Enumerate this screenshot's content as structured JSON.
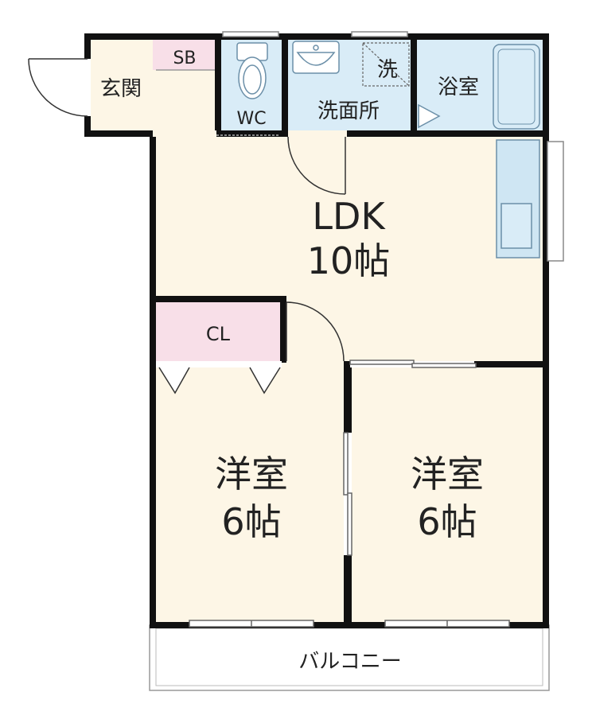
{
  "rooms": {
    "entrance": {
      "label": "玄関"
    },
    "shoe_box": {
      "label": "SB"
    },
    "toilet": {
      "label": "WC"
    },
    "washroom": {
      "label": "洗面所"
    },
    "washer": {
      "label": "洗"
    },
    "bathroom": {
      "label": "浴室"
    },
    "ldk": {
      "label": "LDK",
      "size": "10帖"
    },
    "closet": {
      "label": "CL"
    },
    "western_room_1": {
      "label": "洋室",
      "size": "6帖"
    },
    "western_room_2": {
      "label": "洋室",
      "size": "6帖"
    },
    "balcony": {
      "label": "バルコニー"
    }
  },
  "colors": {
    "wall": "#111111",
    "floor": "#fdf6e6",
    "wet_area": "#d9ecf7",
    "closet": "#f8dfe8",
    "fixture_stroke": "#6b8fa8"
  }
}
